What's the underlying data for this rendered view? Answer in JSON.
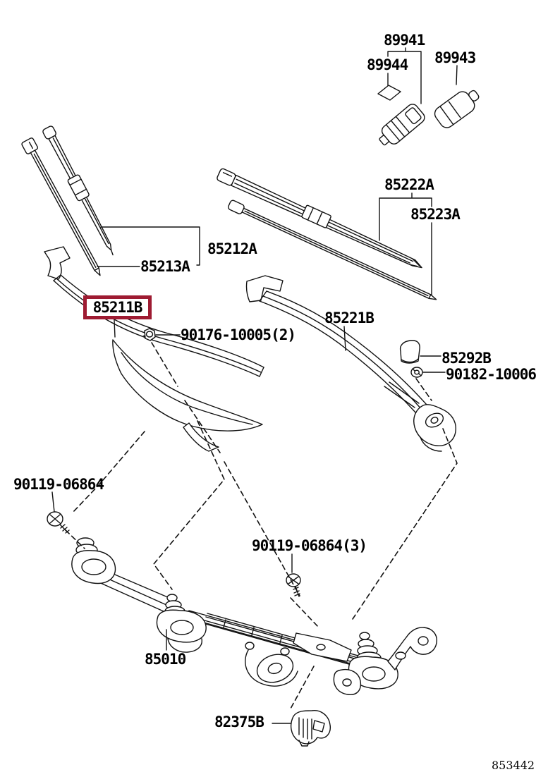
{
  "diagram": {
    "code": "853442",
    "type": "vehicle-parts-diagram",
    "subject": "windshield wiper system",
    "highlighted_part": "85211B",
    "colors": {
      "line": "#111111",
      "background": "#ffffff",
      "highlight_box": "#9e1b32"
    }
  },
  "labels": [
    {
      "text": "89941",
      "part_number": "89941",
      "quantity": 1,
      "highlighted": false
    },
    {
      "text": "89944",
      "part_number": "89944",
      "quantity": 1,
      "highlighted": false
    },
    {
      "text": "89943",
      "part_number": "89943",
      "quantity": 1,
      "highlighted": false
    },
    {
      "text": "85222A",
      "part_number": "85222A",
      "quantity": 1,
      "highlighted": false
    },
    {
      "text": "85223A",
      "part_number": "85223A",
      "quantity": 1,
      "highlighted": false
    },
    {
      "text": "85212A",
      "part_number": "85212A",
      "quantity": 1,
      "highlighted": false
    },
    {
      "text": "85213A",
      "part_number": "85213A",
      "quantity": 1,
      "highlighted": false
    },
    {
      "text": "85211B",
      "part_number": "85211B",
      "quantity": 1,
      "highlighted": true
    },
    {
      "text": "90176-10005(2)",
      "part_number": "90176-10005",
      "quantity": 2,
      "highlighted": false
    },
    {
      "text": "85221B",
      "part_number": "85221B",
      "quantity": 1,
      "highlighted": false
    },
    {
      "text": "85292B",
      "part_number": "85292B",
      "quantity": 1,
      "highlighted": false
    },
    {
      "text": "90182-10006",
      "part_number": "90182-10006",
      "quantity": 1,
      "highlighted": false
    },
    {
      "text": "90119-06864",
      "part_number": "90119-06864",
      "quantity": 1,
      "highlighted": false
    },
    {
      "text": "90119-06864(3)",
      "part_number": "90119-06864",
      "quantity": 3,
      "highlighted": false
    },
    {
      "text": "85010",
      "part_number": "85010",
      "quantity": 1,
      "highlighted": false
    },
    {
      "text": "82375B",
      "part_number": "82375B",
      "quantity": 1,
      "highlighted": false
    }
  ]
}
